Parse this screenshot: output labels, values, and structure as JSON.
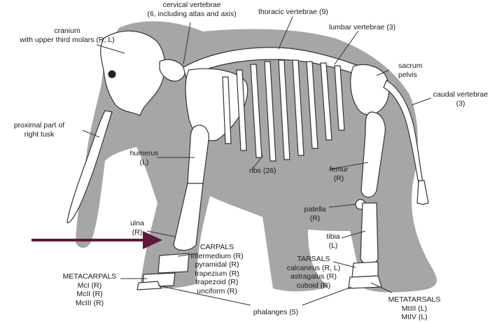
{
  "labels": {
    "cranium": [
      "cranium",
      "with upper third molars (R, L)"
    ],
    "cervical": [
      "cervical vertebrae",
      "(6, including atlas and axis)"
    ],
    "thoracic": [
      "thoracic vertebrae (9)"
    ],
    "lumbar": [
      "lumbar vertebrae (3)"
    ],
    "sacrum": [
      "sacrum",
      "pelvis"
    ],
    "caudal": [
      "caudal vertebrae",
      "(3)"
    ],
    "tusk": [
      "proximal part of",
      "right tusk"
    ],
    "humerus": [
      "humerus",
      "(L)"
    ],
    "ribs": [
      "ribs (26)"
    ],
    "femur": [
      "femur",
      "(R)"
    ],
    "patella": [
      "patella",
      "(R)"
    ],
    "tibia": [
      "tibia",
      "(L)"
    ],
    "ulna": [
      "ulna",
      "(R)"
    ],
    "carpals": [
      "CARPALS",
      "intermedium (R)",
      "pyramidal (R)",
      "trapezium (R)",
      "trapezoid (R)",
      "unciform (R)"
    ],
    "metacarpals": [
      "METACARPALS",
      "McI (R)",
      "McII (R)",
      "McIII (R)"
    ],
    "tarsals": [
      "TARSALS",
      "calcaneus (R, L)",
      "astragalus (R)",
      "cuboid (R)"
    ],
    "metatarsals": [
      "METATARSALS",
      "MtIII (L)",
      "MtIV (L)"
    ],
    "phalanges": [
      "phalanges (5)"
    ]
  },
  "colors": {
    "silhouette": "#a6a6a6",
    "silhouette_dark": "#8c8c8c",
    "bone": "#ffffff",
    "bone_stroke": "#333333",
    "leader": "#333333",
    "arrow": "#5e1a3c"
  }
}
